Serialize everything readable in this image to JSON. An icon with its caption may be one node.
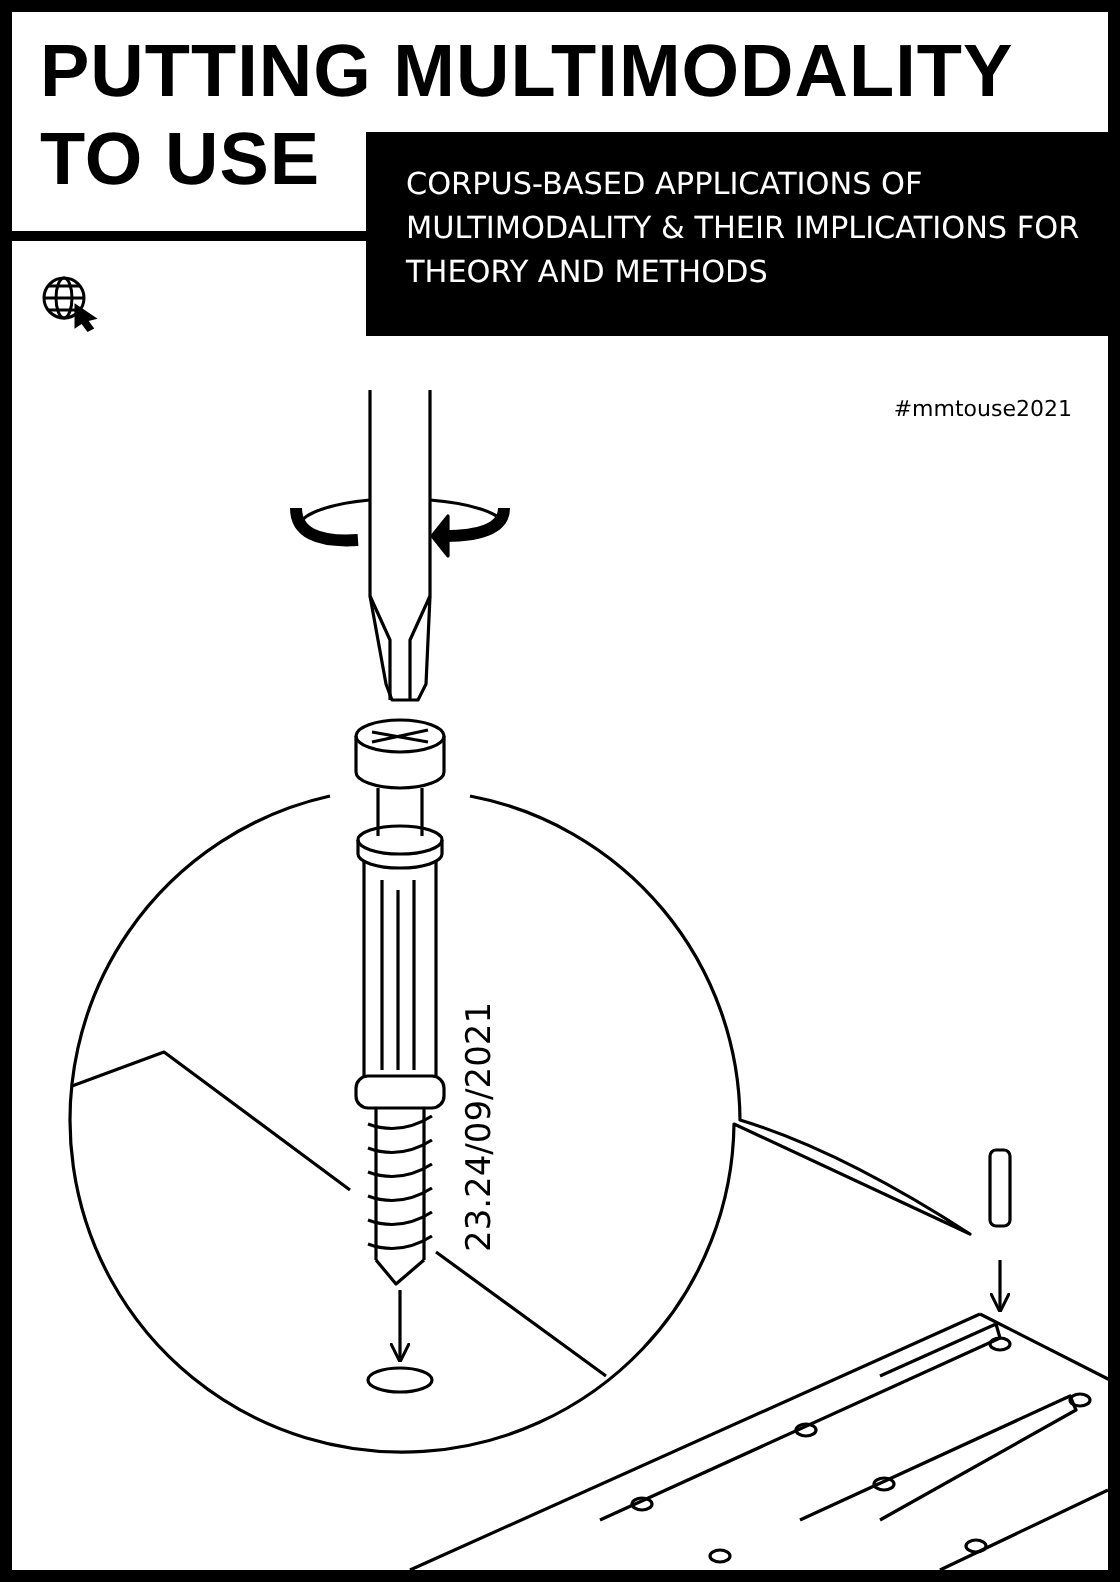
{
  "diagram": {
    "title": "PUTTING MULTIMODALITY TO USE",
    "nodes": [
      {
        "text": [
          "CORPUS-BASED APPLICATIONS OF MULTIMODALITY & THEIR IMPLICATIONS FOR THEORY AND METHODS"
        ]
      }
    ],
    "labels": [
      "#mmtouse2021",
      "23.24/09/2021"
    ]
  }
}
